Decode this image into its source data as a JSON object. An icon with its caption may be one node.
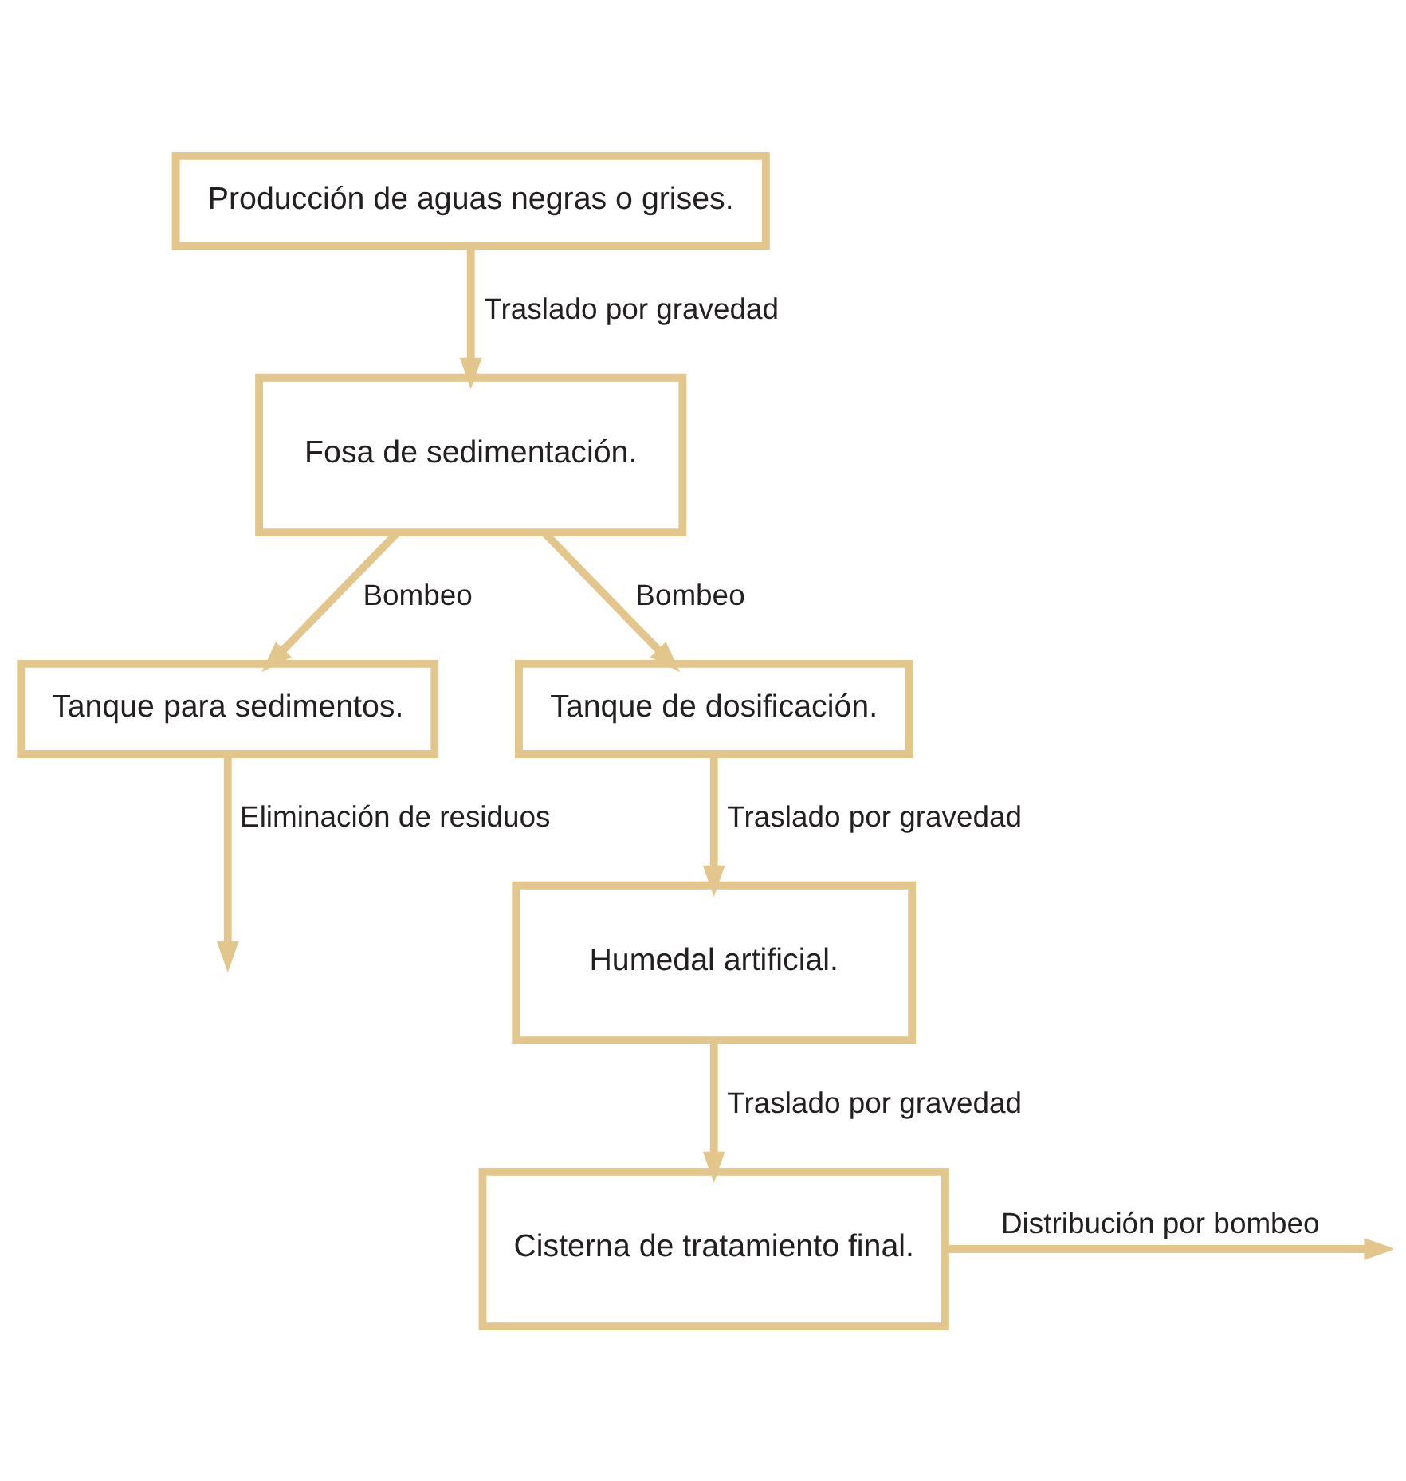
{
  "diagram": {
    "nodes": [
      {
        "text": [
          "Producción de aguas negras o grises."
        ]
      },
      {
        "text": [
          "Fosa de sedimentación."
        ]
      },
      {
        "text": [
          "Tanque para sedimentos."
        ]
      },
      {
        "text": [
          "Tanque de dosificación."
        ]
      },
      {
        "text": [
          "Humedal artificial."
        ]
      },
      {
        "text": [
          "Cisterna de tratamiento final."
        ]
      }
    ],
    "edges": [
      {
        "from": 0,
        "to": 1,
        "arrow": "to",
        "label": "Traslado por gravedad"
      },
      {
        "from": 1,
        "to": 2,
        "arrow": "to",
        "label": "Bombeo"
      },
      {
        "from": 1,
        "to": 3,
        "arrow": "to",
        "label": "Bombeo"
      },
      {
        "from": 2,
        "to": null,
        "arrow": "to",
        "label": "Eliminación de residuos"
      },
      {
        "from": 3,
        "to": 4,
        "arrow": "to",
        "label": "Traslado por gravedad"
      },
      {
        "from": 4,
        "to": 5,
        "arrow": "to",
        "label": "Traslado por gravedad"
      },
      {
        "from": 5,
        "to": null,
        "arrow": "to",
        "label": "Distribución por bombeo"
      }
    ]
  }
}
